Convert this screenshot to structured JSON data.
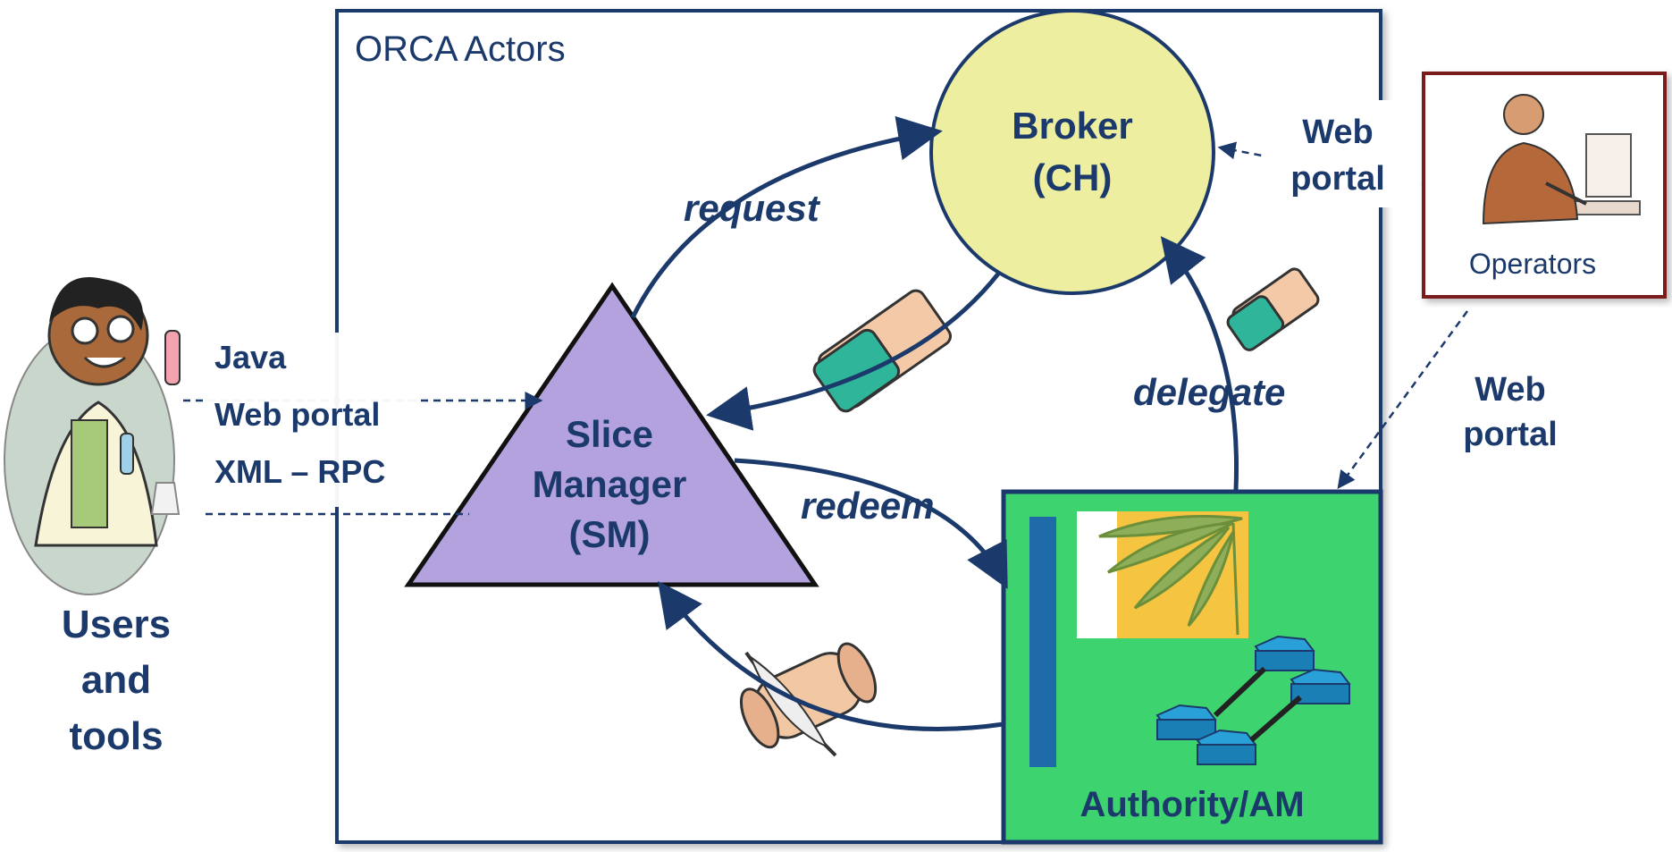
{
  "frame_title": "ORCA Actors",
  "broker": {
    "line1": "Broker",
    "line2": "(CH)"
  },
  "slice_manager": {
    "line1": "Slice",
    "line2": "Manager",
    "line3": "(SM)"
  },
  "authority": {
    "label": "Authority/AM"
  },
  "operators": {
    "label": "Operators"
  },
  "arrows": {
    "request": "request",
    "delegate": "delegate",
    "redeem": "redeem"
  },
  "web_portal_top": {
    "line1": "Web",
    "line2": "portal"
  },
  "web_portal_right": {
    "line1": "Web",
    "line2": "portal"
  },
  "interfaces": {
    "java": "Java",
    "web_portal": "Web portal",
    "xml_rpc": "XML – RPC"
  },
  "users": {
    "line1": "Users",
    "line2": "and",
    "line3": "tools"
  },
  "colors": {
    "frame_border": "#1b3a6b",
    "broker_fill": "#eeeea0",
    "sm_fill": "#b3a2dd",
    "authority_fill": "#3dd36e",
    "text": "#1b3a6b",
    "operator_border": "#7a1e1e"
  },
  "icons": [
    "scientist-icon",
    "operator-at-computer-icon",
    "ticket-icon",
    "scroll-quill-icon",
    "bamboo-logo-icon",
    "network-router-icon"
  ]
}
